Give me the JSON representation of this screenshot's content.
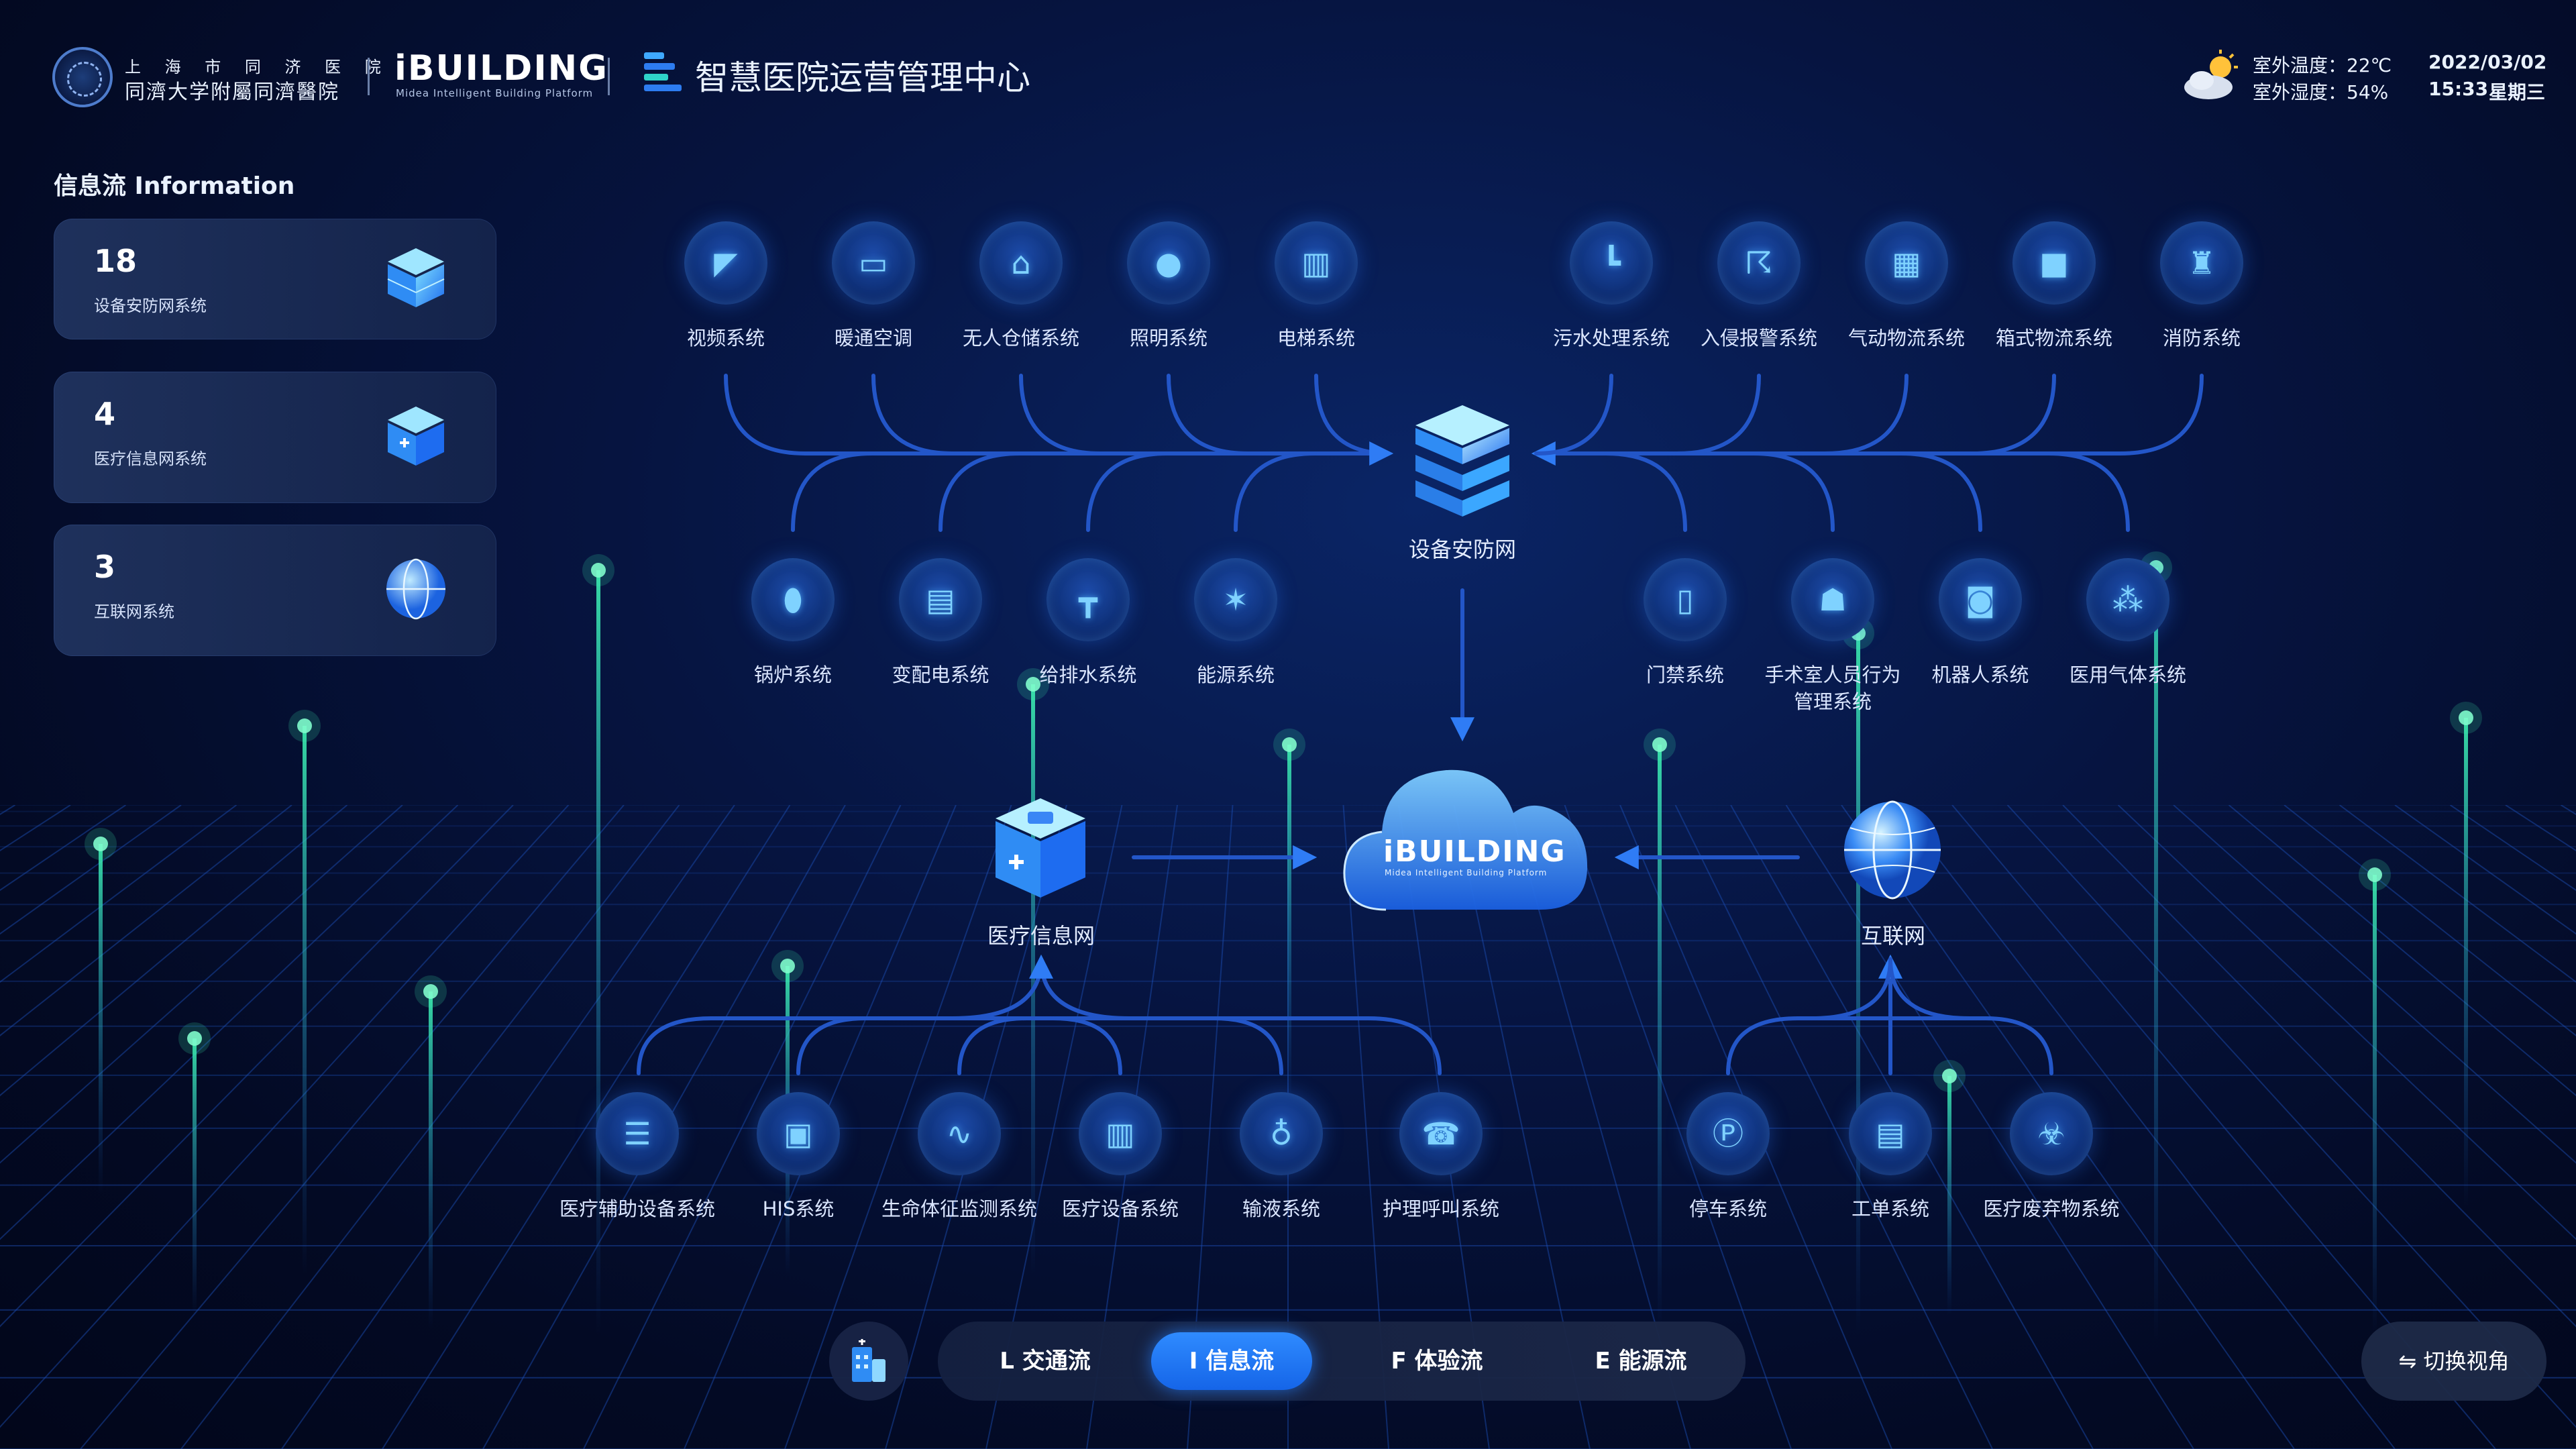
{
  "header": {
    "hospital_line1": "上 海 市 同 济 医 院",
    "hospital_line2": "同濟大学附屬同濟醫院",
    "brand_name": "iBUILDING",
    "brand_sub": "Midea Intelligent Building Platform",
    "app_title": "智慧医院运营管理中心",
    "weather": {
      "icon": "partly-cloudy-icon",
      "temp_label": "室外温度：22℃",
      "humidity_label": "室外湿度：54%"
    },
    "date": "2022/03/02",
    "time": "15:33",
    "weekday": "星期三"
  },
  "side": {
    "title": "信息流 Information",
    "cards": [
      {
        "value": "18",
        "label": "设备安防网系统"
      },
      {
        "value": "4",
        "label": "医疗信息网系统"
      },
      {
        "value": "3",
        "label": "互联网系统"
      }
    ]
  },
  "diagram": {
    "top_left": [
      "视频系统",
      "暖通空调",
      "无人仓储系统",
      "照明系统",
      "电梯系统"
    ],
    "top_right": [
      "污水处理系统",
      "入侵报警系统",
      "气动物流系统",
      "箱式物流系统",
      "消防系统"
    ],
    "mid_left": [
      "锅炉系统",
      "变配电系统",
      "给排水系统",
      "能源系统"
    ],
    "mid_right": [
      "门禁系统",
      "手术室人员行为\n管理系统",
      "机器人系统",
      "医用气体系统"
    ],
    "hub_security": "设备安防网",
    "hub_medical": "医疗信息网",
    "hub_internet": "互联网",
    "cloud_brand": "iBUILDING",
    "cloud_sub": "Midea Intelligent Building Platform",
    "bottom_left": [
      "医疗辅助设备系统",
      "HIS系统",
      "生命体征监测系统",
      "医疗设备系统",
      "输液系统",
      "护理呼叫系统"
    ],
    "bottom_right": [
      "停车系统",
      "工单系统",
      "医疗废弃物系统"
    ]
  },
  "nav": {
    "tabs": [
      "L 交通流",
      "I 信息流",
      "F 体验流",
      "E 能源流"
    ],
    "active": "I 信息流",
    "switch_label": "⇋ 切换视角"
  },
  "colors": {
    "accent": "#2f8bff",
    "line": "#2a63d6",
    "glow": "#35e0a0"
  }
}
